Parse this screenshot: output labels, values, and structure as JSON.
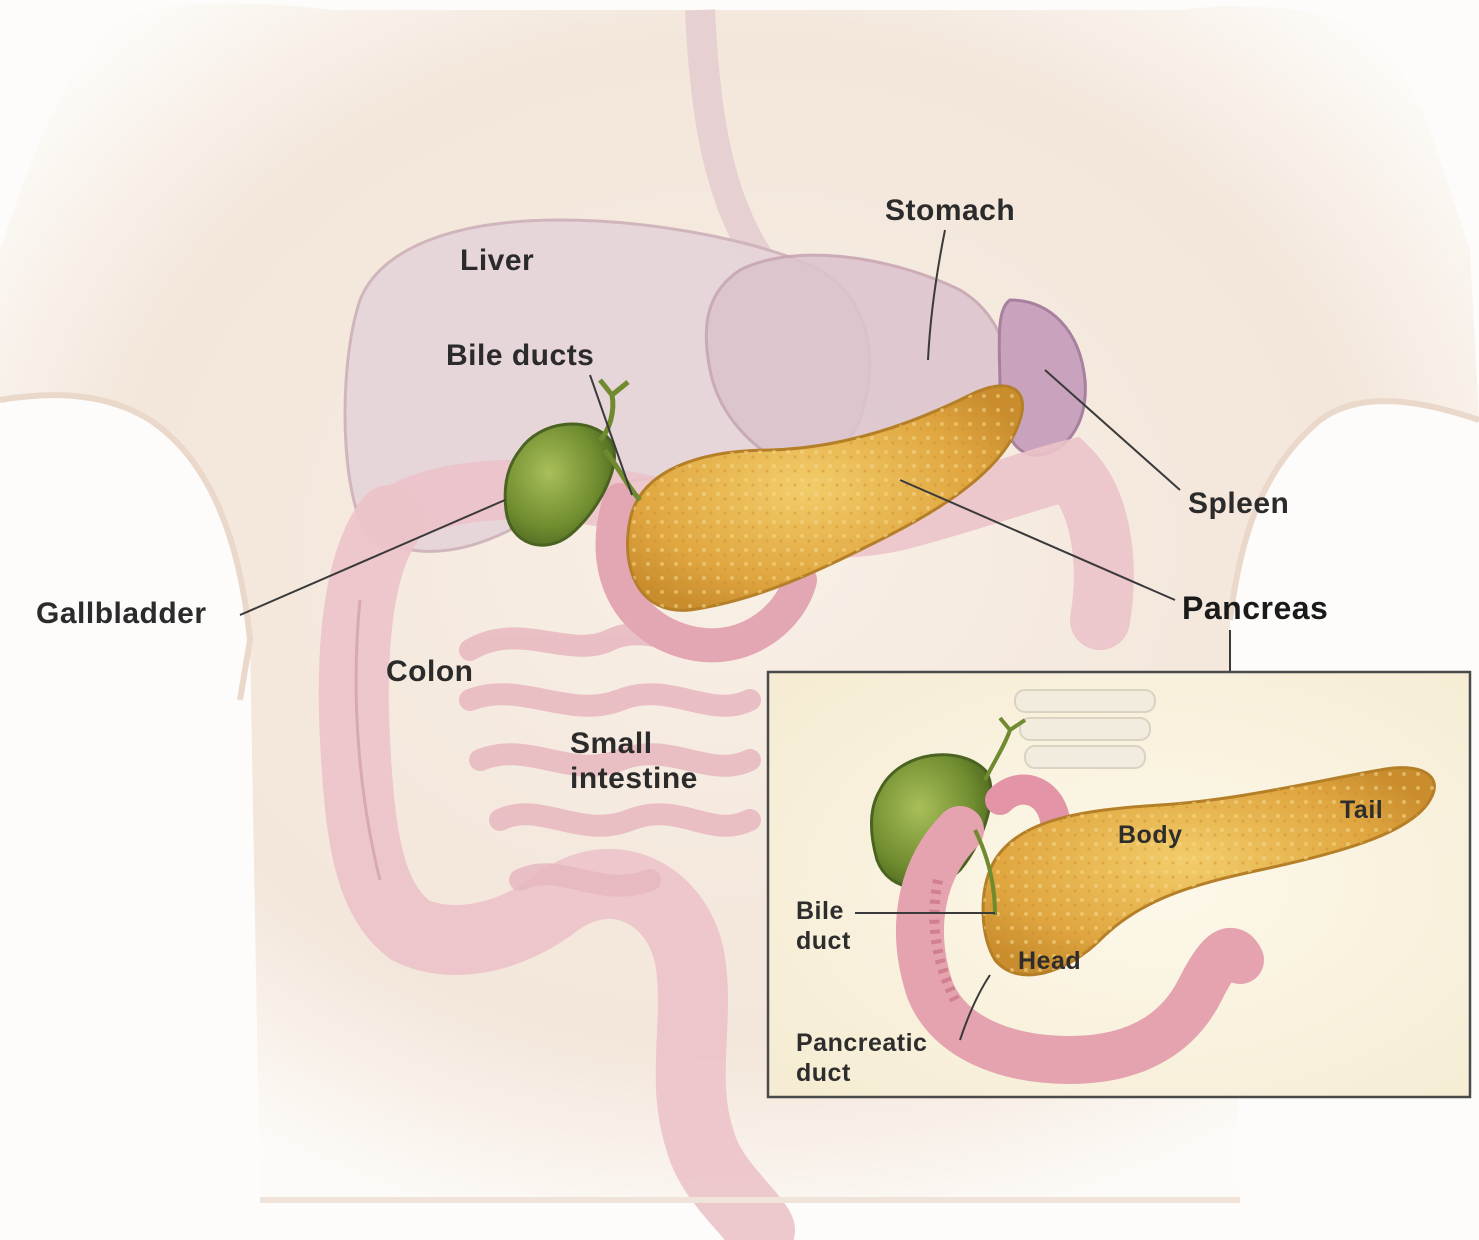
{
  "labels": {
    "liver": "Liver",
    "stomach": "Stomach",
    "bile_ducts": "Bile ducts",
    "spleen": "Spleen",
    "gallbladder": "Gallbladder",
    "pancreas": "Pancreas",
    "colon": "Colon",
    "small_intestine_line1": "Small",
    "small_intestine_line2": "intestine"
  },
  "inset": {
    "body": "Body",
    "tail": "Tail",
    "head": "Head",
    "bile_duct_line1": "Bile",
    "bile_duct_line2": "duct",
    "pancreatic_duct_line1": "Pancreatic",
    "pancreatic_duct_line2": "duct"
  },
  "colors": {
    "skin": "#f6ece3",
    "liver": "#e7d7da",
    "pancreas": "#e7b14b",
    "gallbladder": "#7b9a3a",
    "intestine": "#ecc3c8",
    "inset_bg": "#fbf5e4",
    "leader_line": "#3a3a3a"
  }
}
